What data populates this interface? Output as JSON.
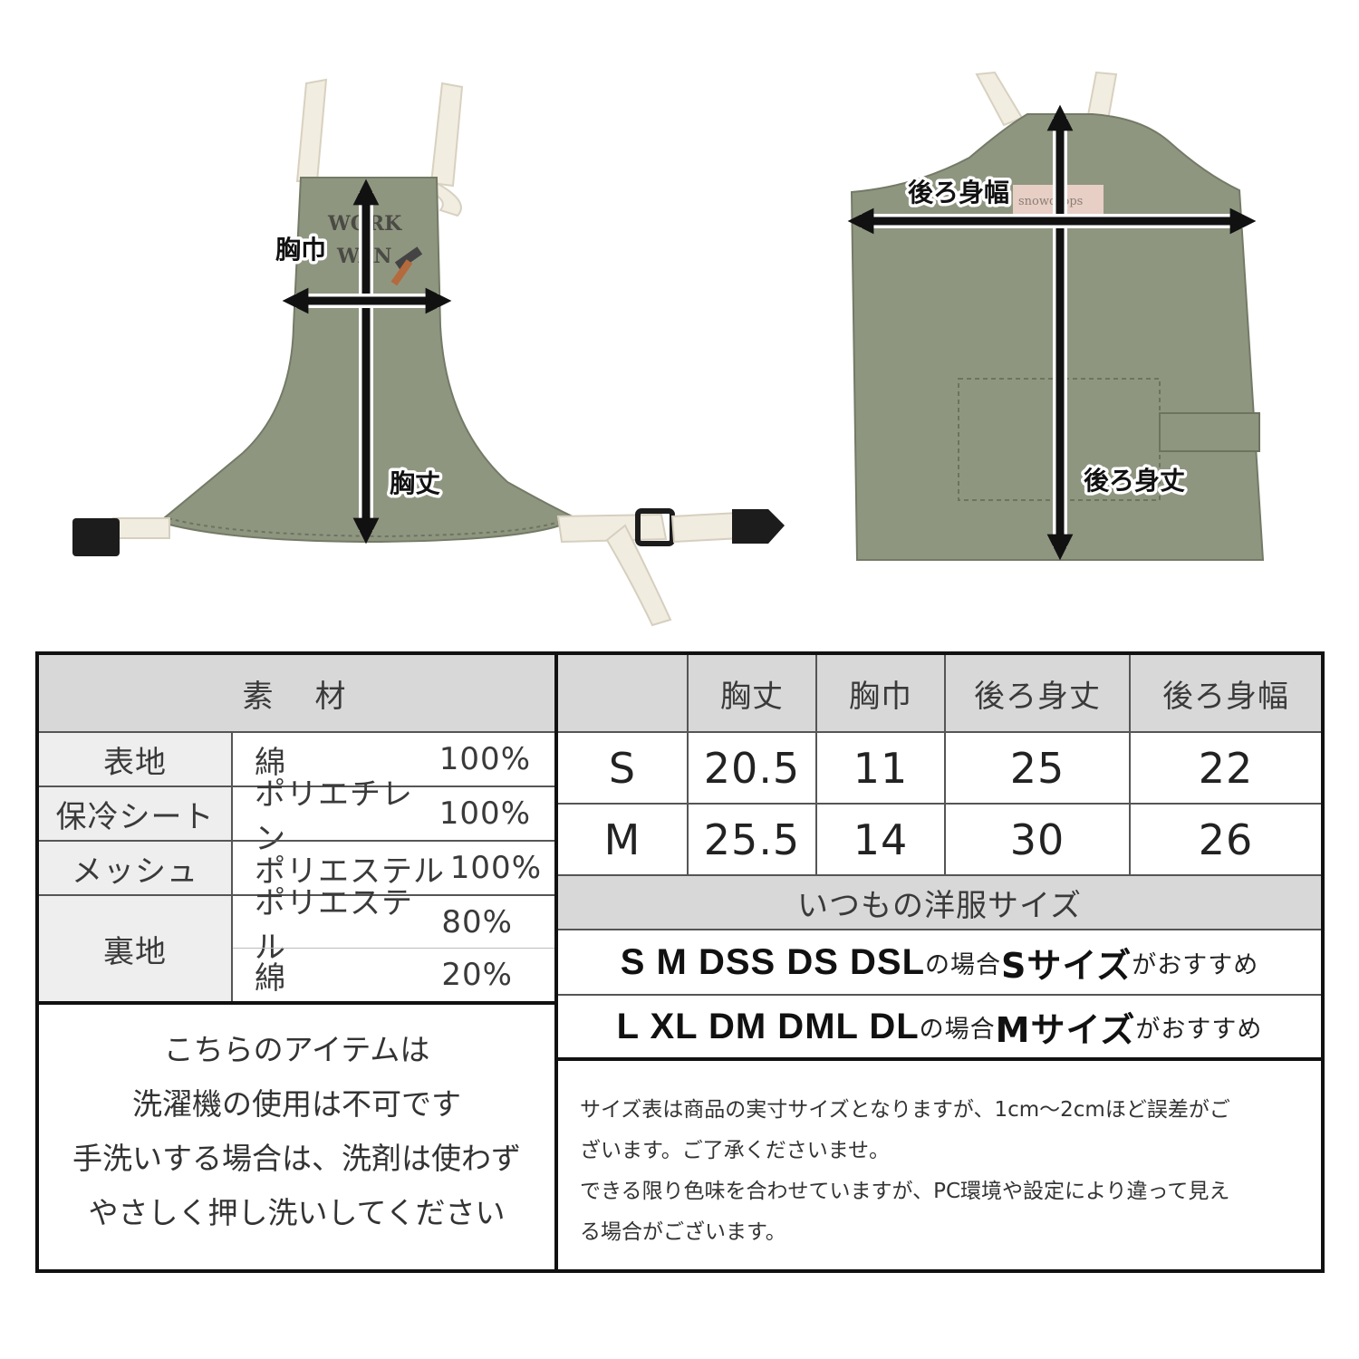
{
  "illustration": {
    "front_embroidery": [
      "WORK",
      "WAN"
    ],
    "back_brand": "snowdrops",
    "labels": {
      "chest_width": "胸巾",
      "chest_length": "胸丈",
      "back_width": "後ろ身幅",
      "back_length": "後ろ身丈"
    },
    "colors": {
      "fabric": "#8d937c",
      "strap": "#f1ecdf",
      "buckle": "#1c1c1c",
      "arrow": "#111111"
    }
  },
  "materials": {
    "header": "素　材",
    "rows": [
      {
        "part": "表地",
        "items": [
          {
            "material": "綿",
            "percent": "100%"
          }
        ]
      },
      {
        "part": "保冷シート",
        "items": [
          {
            "material": "ポリエチレン",
            "percent": "100%"
          }
        ]
      },
      {
        "part": "メッシュ",
        "items": [
          {
            "material": "ポリエステル",
            "percent": "100%"
          }
        ]
      },
      {
        "part": "裏地",
        "items": [
          {
            "material": "ポリエステル",
            "percent": "80%"
          },
          {
            "material": "綿",
            "percent": "20%"
          }
        ]
      }
    ]
  },
  "care": {
    "lines": [
      "こちらのアイテムは",
      "洗濯機の使用は不可です",
      "手洗いする場合は、洗剤は使わず",
      "やさしく押し洗いしてください"
    ]
  },
  "sizes": {
    "columns": [
      "",
      "胸丈",
      "胸巾",
      "後ろ身丈",
      "後ろ身幅"
    ],
    "rows": [
      [
        "S",
        "20.5",
        "11",
        "25",
        "22"
      ],
      [
        "M",
        "25.5",
        "14",
        "30",
        "26"
      ]
    ],
    "usual_header": "いつもの洋服サイズ",
    "recommendations": [
      {
        "sizes": "S M DSS DS DSL",
        "mid": "の場合",
        "target": "Sサイズ",
        "tail": "がおすすめ"
      },
      {
        "sizes": "L XL DM DML DL",
        "mid": "の場合",
        "target": "Mサイズ",
        "tail": "がおすすめ"
      }
    ]
  },
  "notes": {
    "lines": [
      "サイズ表は商品の実寸サイズとなりますが、1cm～2cmほど誤差がご",
      "ざいます。ご了承くださいませ。",
      "できる限り色味を合わせていますが、PC環境や設定により違って見え",
      "る場合がございます。"
    ]
  }
}
